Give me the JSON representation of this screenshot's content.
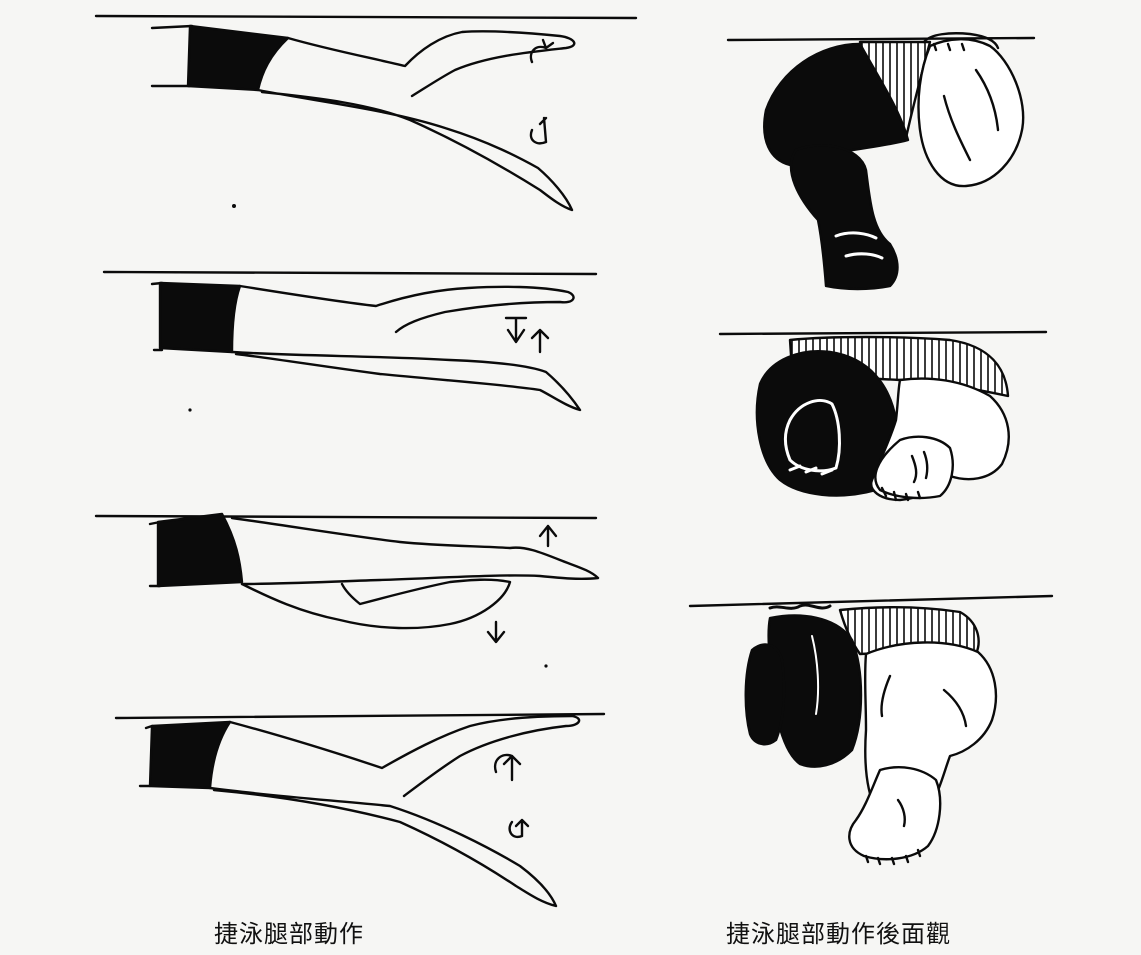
{
  "captions": {
    "side_view": "捷泳腿部動作",
    "rear_view": "捷泳腿部動作後面觀"
  },
  "side_view_frames": [
    {
      "label": "frame-1"
    },
    {
      "label": "frame-2"
    },
    {
      "label": "frame-3"
    },
    {
      "label": "frame-4"
    }
  ],
  "rear_view_frames": [
    {
      "label": "frame-1"
    },
    {
      "label": "frame-2"
    },
    {
      "label": "frame-3"
    }
  ],
  "colors": {
    "ink": "#0b0b0b",
    "paper": "#f6f6f4"
  }
}
